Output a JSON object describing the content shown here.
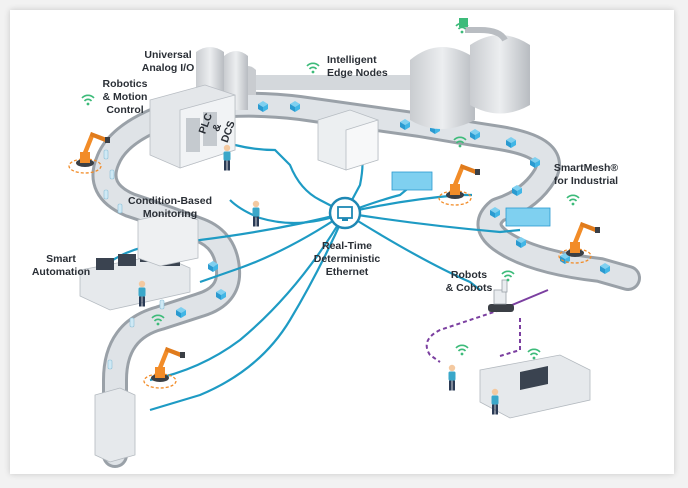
{
  "labels": {
    "universal_io_1": "Universal",
    "universal_io_2": "Analog I/O",
    "intelligent_1": "Intelligent",
    "intelligent_2": "Edge Nodes",
    "robotics_1": "Robotics",
    "robotics_2": "& Motion",
    "robotics_3": "Control",
    "plc_1": "PLC",
    "plc_2": "&",
    "plc_3": "DCS",
    "condition_1": "Condition-Based",
    "condition_2": "Monitoring",
    "smartmesh_1": "SmartMesh®",
    "smartmesh_2": "for Industrial",
    "smart_auto_1": "Smart",
    "smart_auto_2": "Automation",
    "ethernet_1": "Real-Time",
    "ethernet_2": "Deterministic",
    "ethernet_3": "Ethernet",
    "robots_1": "Robots",
    "robots_2": "& Cobots"
  },
  "colors": {
    "ethernet_line": "#1e9bc4",
    "robot_orange": "#f28c28",
    "wireless_green": "#3dbb7a",
    "cobot_path": "#7b3fa0",
    "conveyor": "#d9dde2",
    "box_blue": "#41b6e6",
    "hub": "#1e88b4"
  },
  "icons": [
    "wifi-icon",
    "ethernet-hub-icon",
    "robot-arm-icon",
    "worker-icon",
    "storage-tank-icon",
    "cobot-icon"
  ]
}
